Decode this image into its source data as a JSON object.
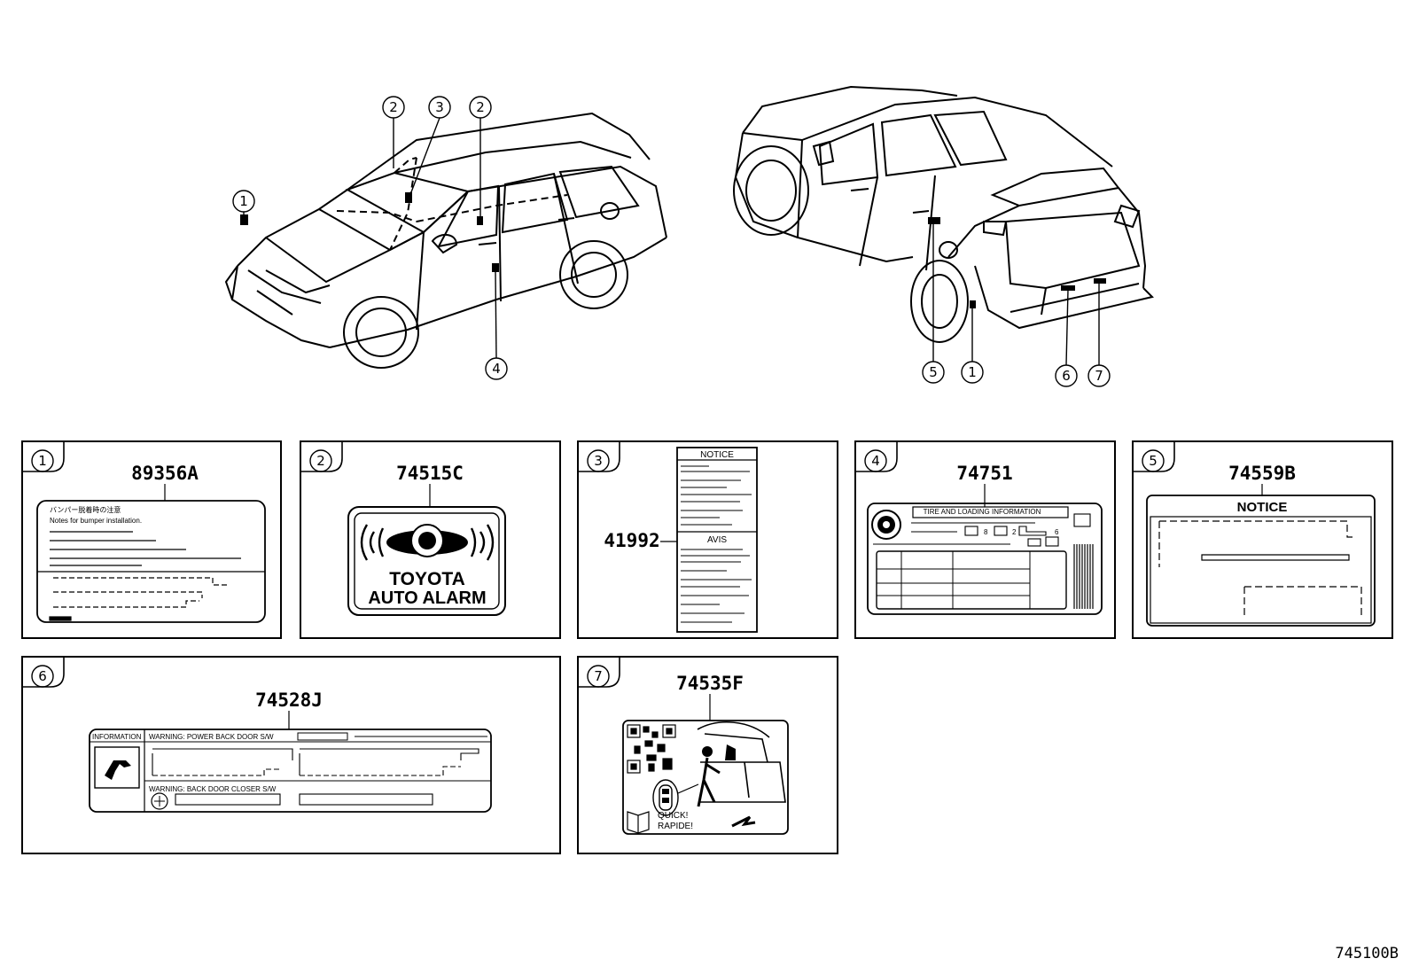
{
  "drawing_number": "745100B",
  "callouts": [
    "1",
    "2",
    "3",
    "4",
    "5",
    "6",
    "7"
  ],
  "parts": {
    "p1": {
      "num": "1",
      "part_number": "89356A",
      "text_jp": "バンパー脱着時の注意",
      "text_en": "Notes for bumper installation."
    },
    "p2": {
      "num": "2",
      "part_number": "74515C",
      "line1": "TOYOTA",
      "line2": "AUTO ALARM"
    },
    "p3": {
      "num": "3",
      "part_number": "41992",
      "notice": "NOTICE",
      "avis": "AVIS"
    },
    "p4": {
      "num": "4",
      "part_number": "74751",
      "title": "TIRE AND LOADING INFORMATION",
      "fields": [
        "8",
        "2",
        "6"
      ]
    },
    "p5": {
      "num": "5",
      "part_number": "74559B",
      "notice": "NOTICE"
    },
    "p6": {
      "num": "6",
      "part_number": "74528J",
      "info": "INFORMATION",
      "warn1": "WARNING: POWER BACK DOOR S/W",
      "warn2": "WARNING: BACK DOOR CLOSER S/W"
    },
    "p7": {
      "num": "7",
      "part_number": "74535F",
      "quick1": "QUICK!",
      "quick2": "RAPIDE!"
    }
  }
}
